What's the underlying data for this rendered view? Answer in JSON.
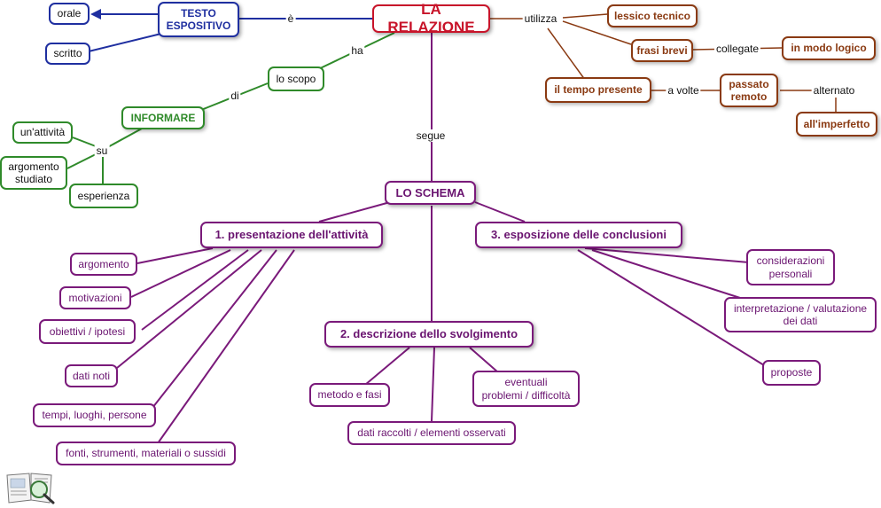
{
  "colors": {
    "red": "#c8142a",
    "blue": "#1f2fa0",
    "green": "#2f8a2a",
    "brown": "#8a3a12",
    "purple": "#7a1a7a"
  },
  "nodes": {
    "relazione": "LA RELAZIONE",
    "testo_espositivo": "TESTO\nESPOSITIVO",
    "orale": "orale",
    "scritto": "scritto",
    "lessico_tecnico": "lessico tecnico",
    "frasi_brevi": "frasi brevi",
    "modo_logico": "in modo logico",
    "tempo_presente": "il tempo presente",
    "passato_remoto": "passato\nremoto",
    "imperfetto": "all'imperfetto",
    "lo_scopo": "lo scopo",
    "informare": "INFORMARE",
    "attivita": "un'attività",
    "argomento_studiato": "argomento\nstudiato",
    "esperienza": "esperienza",
    "lo_schema": "LO SCHEMA",
    "presentazione": "1. presentazione dell'attività",
    "descrizione": "2. descrizione dello svolgimento",
    "esposizione": "3. esposizione delle conclusioni",
    "argomento": "argomento",
    "motivazioni": "motivazioni",
    "obiettivi": "obiettivi / ipotesi",
    "dati_noti": "dati noti",
    "tempi": "tempi, luoghi, persone",
    "fonti": "fonti, strumenti, materiali o sussidi",
    "metodo": "metodo e fasi",
    "eventuali": "eventuali\nproblemi / difficoltà",
    "dati_raccolti": "dati raccolti / elementi osservati",
    "considerazioni": "considerazioni\npersonali",
    "interpretazione": "interpretazione / valutazione\ndei dati",
    "proposte": "proposte"
  },
  "links": {
    "e": "è",
    "utilizza": "utilizza",
    "collegate": "collegate",
    "a_volte": "a volte",
    "alternato": "alternato",
    "ha": "ha",
    "di": "di",
    "su": "su",
    "segue": "segue"
  },
  "icons": {
    "logo": "book-magnifier-icon"
  }
}
